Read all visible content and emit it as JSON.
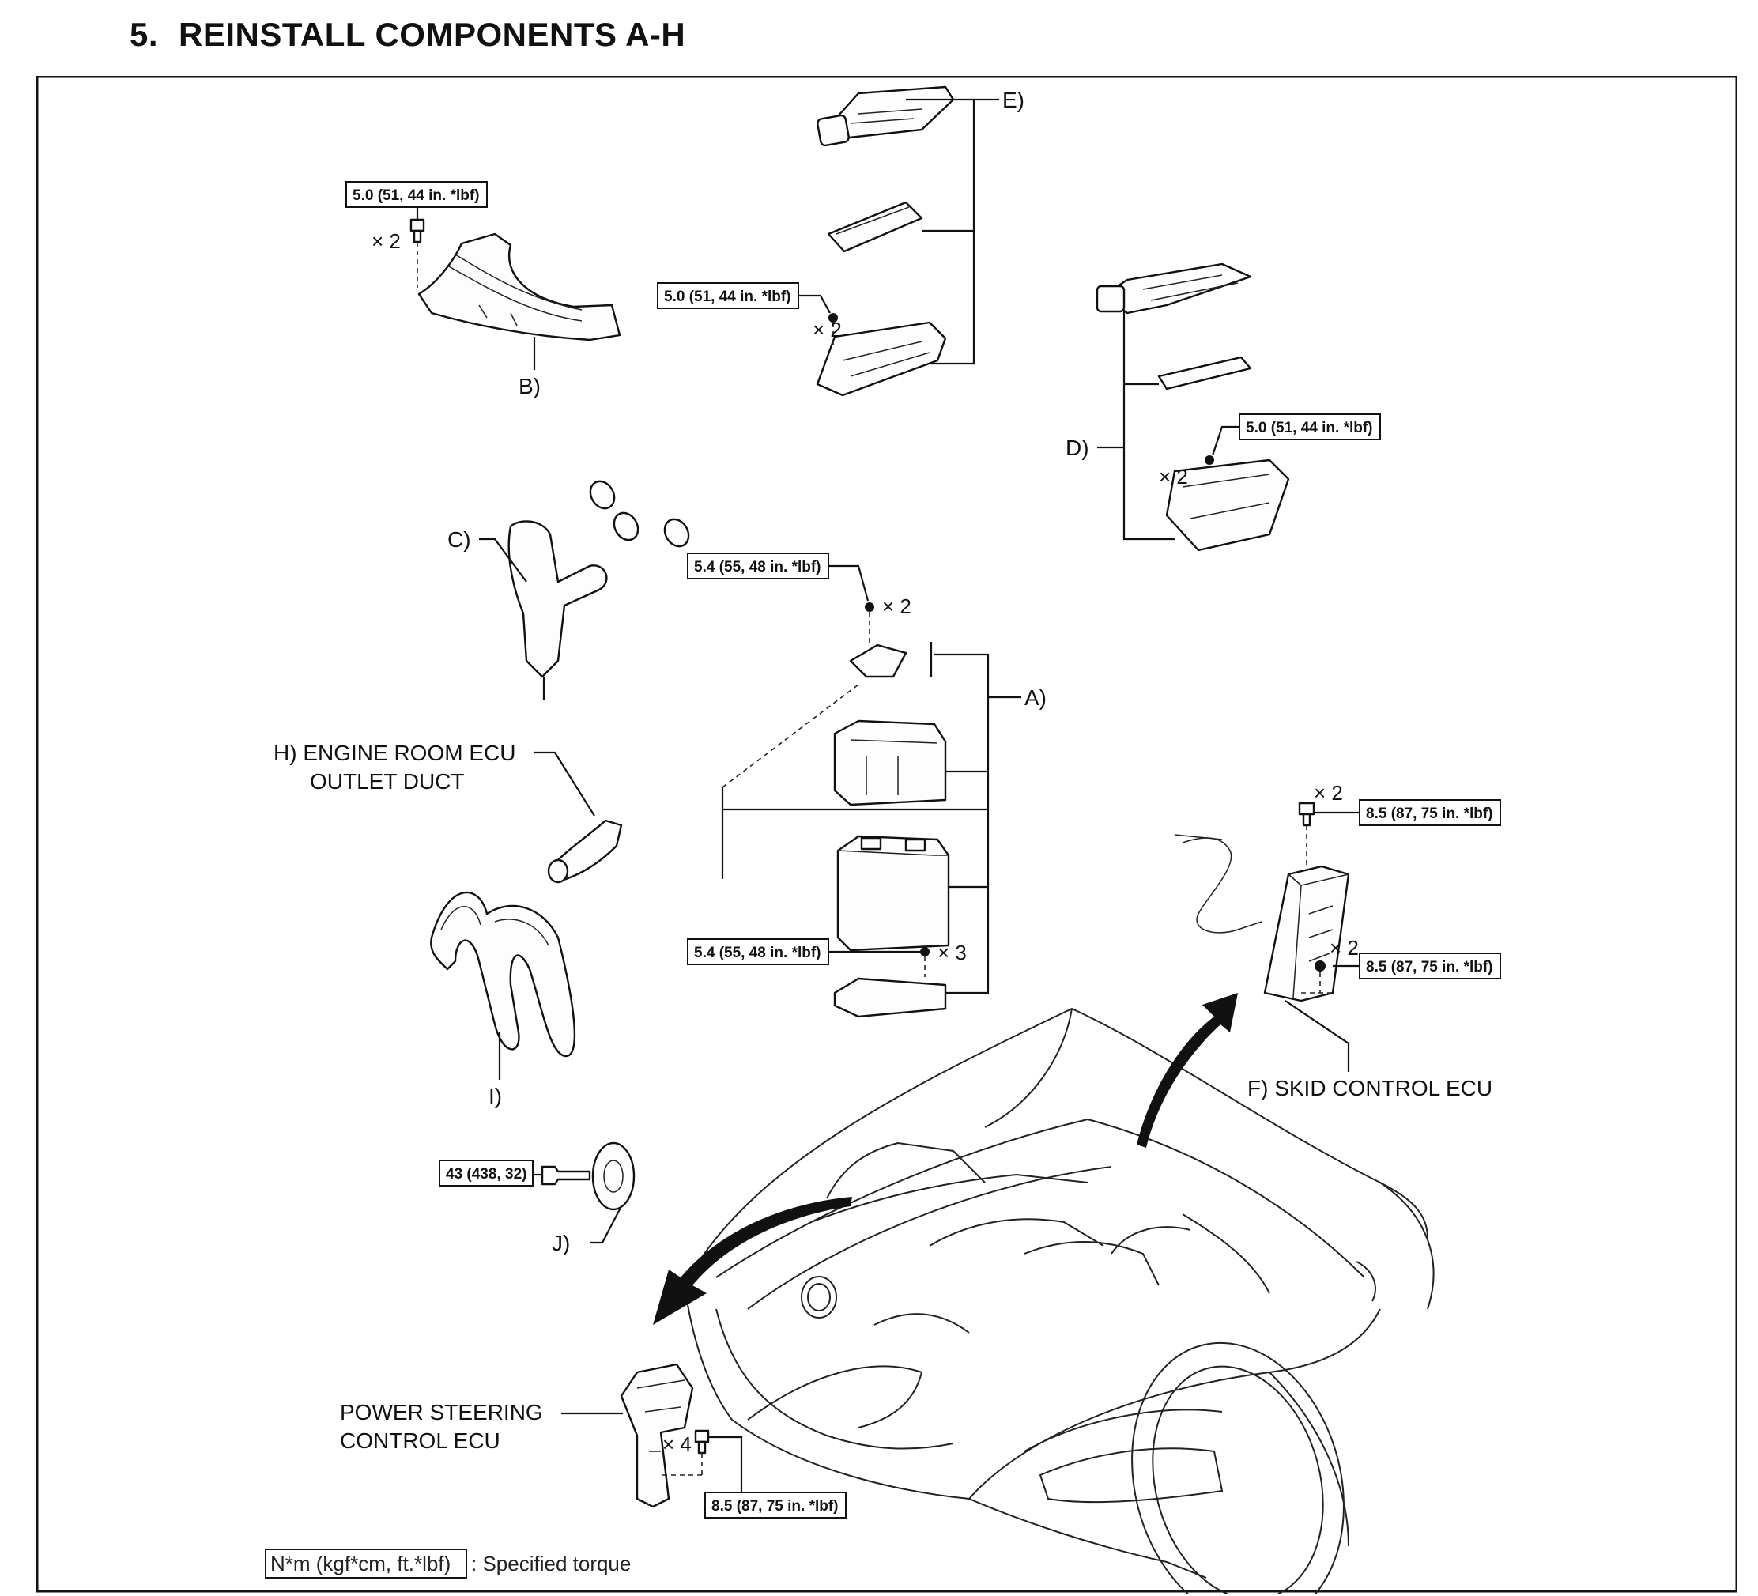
{
  "title": {
    "number": "5.",
    "text": "REINSTALL COMPONENTS A-H"
  },
  "torque": {
    "t50": "5.0 (51, 44 in. *lbf)",
    "t54": "5.4 (55, 48 in. *lbf)",
    "t85": "8.5 (87, 75 in. *lbf)",
    "t43": "43 (438, 32)"
  },
  "qty": {
    "x2": "× 2",
    "x3": "× 3",
    "x4": "× 4"
  },
  "labels": {
    "a": "A)",
    "b": "B)",
    "c": "C)",
    "d": "D)",
    "e": "E)",
    "f": "F) SKID CONTROL ECU",
    "h1": "H) ENGINE ROOM ECU",
    "h2": "OUTLET DUCT",
    "i": "I)",
    "j": "J)",
    "ps1": "POWER STEERING",
    "ps2": "CONTROL ECU"
  },
  "legend": {
    "box": "N*m (kgf*cm, ft.*lbf)",
    "text": ": Specified torque"
  }
}
